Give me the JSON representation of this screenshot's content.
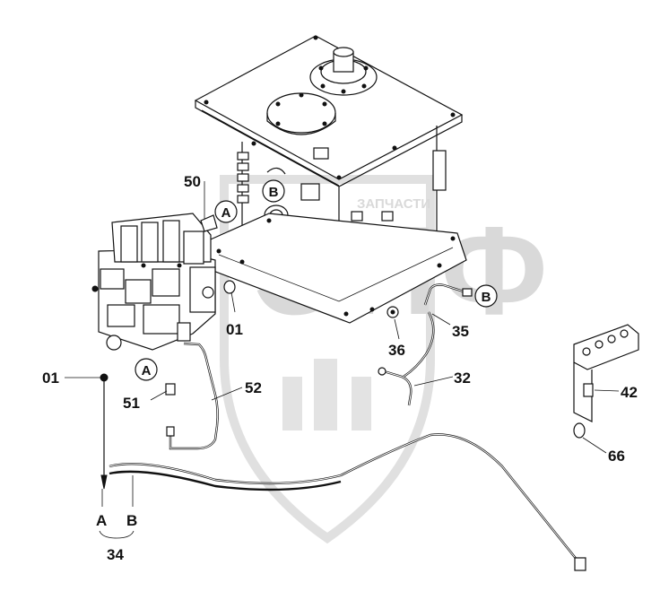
{
  "watermark": {
    "brand": "ЗАПЧАСТИ",
    "letters": "ЭПФ"
  },
  "callouts": {
    "c50": "50",
    "c01_valve": "01",
    "c01_left": "01",
    "c51": "51",
    "c52": "52",
    "c32": "32",
    "c35": "35",
    "c36": "36",
    "c42": "42",
    "c66": "66",
    "c34": "34",
    "a_label": "A",
    "b_label": "B"
  },
  "markers": {
    "a_top": "A",
    "a_bottom": "A",
    "b_top": "B",
    "b_right": "B"
  }
}
